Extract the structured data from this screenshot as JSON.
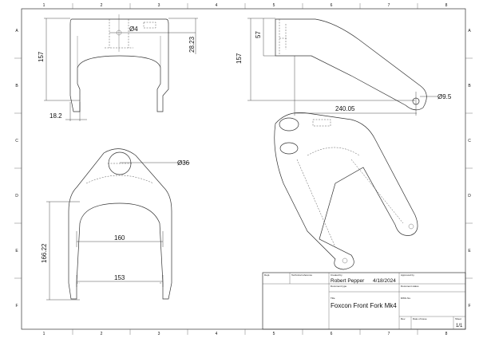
{
  "border": {
    "columns": [
      "1",
      "2",
      "3",
      "4",
      "5",
      "6",
      "7",
      "8"
    ],
    "rows": [
      "A",
      "B",
      "C",
      "D",
      "E",
      "F"
    ]
  },
  "dimensions": {
    "front_height": "157",
    "front_hole": "Ø4",
    "front_offset": "28.23",
    "front_lug_width": "18.2",
    "side_height_total": "157",
    "side_height_top": "57",
    "side_length": "240.05",
    "side_hole": "Ø9.5",
    "bottom_steerer": "Ø36",
    "bottom_height": "166.22",
    "bottom_width_inner": "160",
    "bottom_width_lower": "153"
  },
  "title_block": {
    "dept_label": "Dept.",
    "technical_reference_label": "Technical reference",
    "created_by_label": "Created by",
    "created_by": "Robert Pepper",
    "date": "4/18/2024",
    "approved_by_label": "Approved by",
    "document_type_label": "Document type",
    "document_status_label": "Document status",
    "title_label": "Title",
    "title": "Foxcon Front Fork Mk4",
    "dwg_no_label": "DWG No.",
    "rev_label": "Rev.",
    "date_of_issue_label": "Date of issue",
    "sheet_label": "Sheet",
    "sheet": "1/1"
  }
}
